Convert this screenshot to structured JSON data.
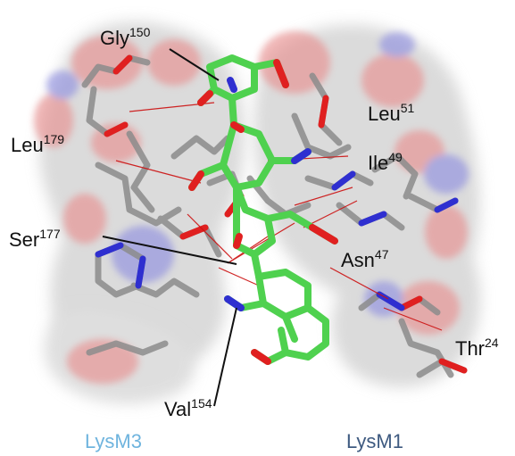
{
  "residues": {
    "gly150": {
      "name": "Gly",
      "number": "150"
    },
    "leu179": {
      "name": "Leu",
      "number": "179"
    },
    "ser177": {
      "name": "Ser",
      "number": "177"
    },
    "val154": {
      "name": "Val",
      "number": "154"
    },
    "leu51": {
      "name": "Leu",
      "number": "51"
    },
    "ile49": {
      "name": "Ile",
      "number": "49"
    },
    "asn47": {
      "name": "Asn",
      "number": "47"
    },
    "thr24": {
      "name": "Thr",
      "number": "24"
    }
  },
  "domains": {
    "lysm3": {
      "label": "LysM3",
      "color": "#6fb4de"
    },
    "lysm1": {
      "label": "LysM1",
      "color": "#3e5a80"
    }
  },
  "colors": {
    "surface_grey": "#c8c8c8",
    "surface_red": "#e98a8a",
    "surface_blue": "#8a8ae0",
    "ligand_green": "#4fd14f",
    "stick_grey": "#8c8c8c",
    "oxygen_red": "#e02020",
    "nitrogen_blue": "#2f2fd0",
    "hbond_red": "#cc1010"
  }
}
